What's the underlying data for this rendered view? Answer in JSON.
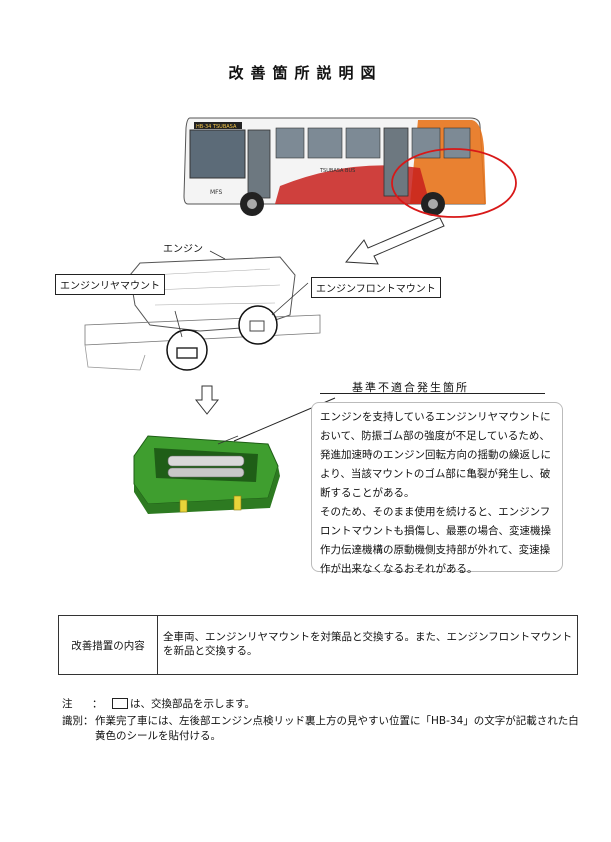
{
  "title": "改善箇所説明図",
  "bus": {
    "destination_sign": "HB-34 TSUBASA",
    "front_logo": "MFS",
    "side_text": "TSUBASA BUS"
  },
  "labels": {
    "engine": "エンジン",
    "rear_mount": "エンジンリヤマウント",
    "front_mount": "エンジンフロントマウント"
  },
  "defect": {
    "heading": "基準不適合発生箇所",
    "paragraph1": "エンジンを支持しているエンジンリヤマウントにおいて、防振ゴム部の強度が不足しているため、発進加速時のエンジン回転方向の揺動の繰返しにより、当該マウントのゴム部に亀裂が発生し、破断することがある。",
    "paragraph2": "そのため、そのまま使用を続けると、エンジンフロントマウントも損傷し、最悪の場合、変速機操作力伝達機構の原動機側支持部が外れて、変速操作が出来なくなるおそれがある。"
  },
  "measure": {
    "label": "改善措置の内容",
    "text": "全車両、エンジンリヤマウントを対策品と交換する。また、エンジンフロントマウントを新品と交換する。"
  },
  "notes": {
    "note_label": "注",
    "note_colon": "：",
    "note_text": "は、交換部品を示します。",
    "id_label": "識別：",
    "id_text": "作業完了車には、左後部エンジン点検リッド裏上方の見やすい位置に「HB-34」の文字が記載された白黄色のシールを貼付ける。"
  },
  "colors": {
    "bus_orange": "#e8741c",
    "bus_red": "#c8201c",
    "highlight_red": "#d81818",
    "mount_green": "#3f9e2f",
    "mount_dark_green": "#1f5e17",
    "bolt_yellow": "#e8d43a"
  }
}
